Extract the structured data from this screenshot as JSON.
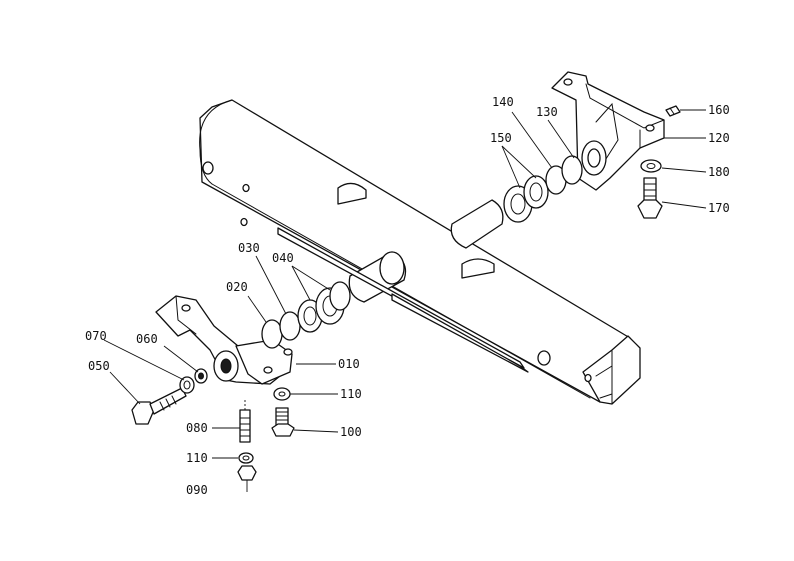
{
  "callouts": {
    "c010": "010",
    "c020": "020",
    "c030": "030",
    "c040": "040",
    "c050": "050",
    "c060": "060",
    "c070": "070",
    "c080": "080",
    "c090": "090",
    "c100": "100",
    "c110a": "110",
    "c110b": "110",
    "c120": "120",
    "c130": "130",
    "c140": "140",
    "c150": "150",
    "c160": "160",
    "c170": "170",
    "c180": "180"
  }
}
